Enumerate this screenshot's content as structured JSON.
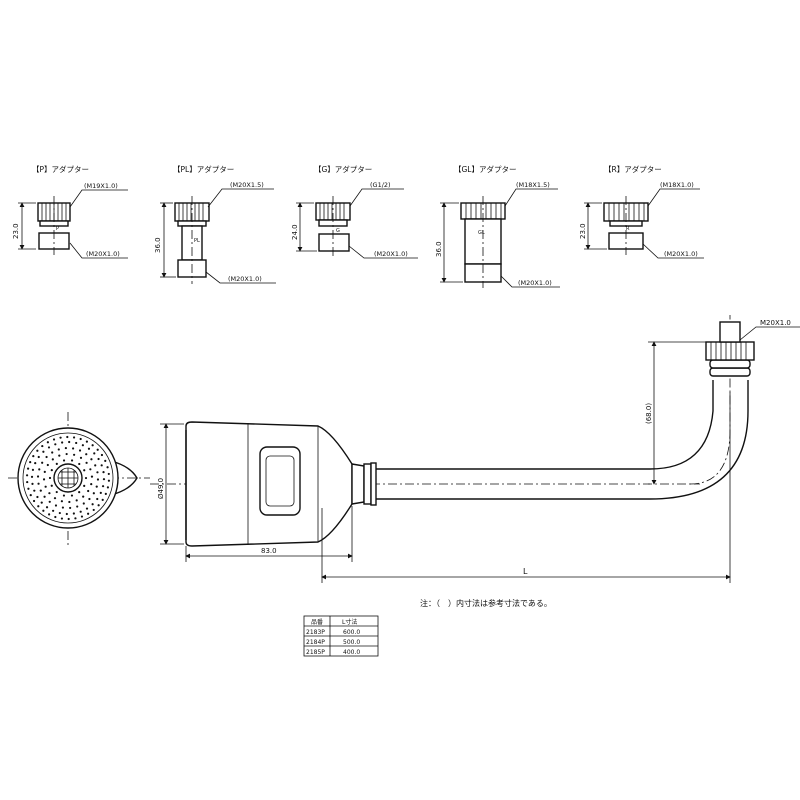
{
  "adapters": [
    {
      "title": "【P】アダプター",
      "thread_top": "(M19X1.0)",
      "thread_bottom": "(M20X1.0)",
      "height": "23.0",
      "mark": "P"
    },
    {
      "title": "【PL】アダプター",
      "thread_top": "(M20X1.5)",
      "thread_bottom": "(M20X1.0)",
      "height": "36.0",
      "mark": "PL"
    },
    {
      "title": "【G】アダプター",
      "thread_top": "(G1/2)",
      "thread_bottom": "(M20X1.0)",
      "height": "24.0",
      "mark": "G"
    },
    {
      "title": "【GL】アダプター",
      "thread_top": "(M18X1.5)",
      "thread_bottom": "(M20X1.0)",
      "height": "36.0",
      "mark": "GL"
    },
    {
      "title": "【R】アダプター",
      "thread_top": "(M18X1.0)",
      "thread_bottom": "(M20X1.0)",
      "height": "23.0",
      "mark": "R"
    }
  ],
  "main": {
    "thread_label": "M20X1.0",
    "head_diameter": "Ø49.0",
    "head_length": "83.0",
    "riser_height": "(68.0)",
    "length_label": "L"
  },
  "note": "注：（　）内寸法は参考寸法である。",
  "table": {
    "headers": [
      "品番",
      "L寸法"
    ],
    "rows": [
      [
        "2183P",
        "600.0"
      ],
      [
        "2184P",
        "500.0"
      ],
      [
        "2185P",
        "400.0"
      ]
    ]
  }
}
